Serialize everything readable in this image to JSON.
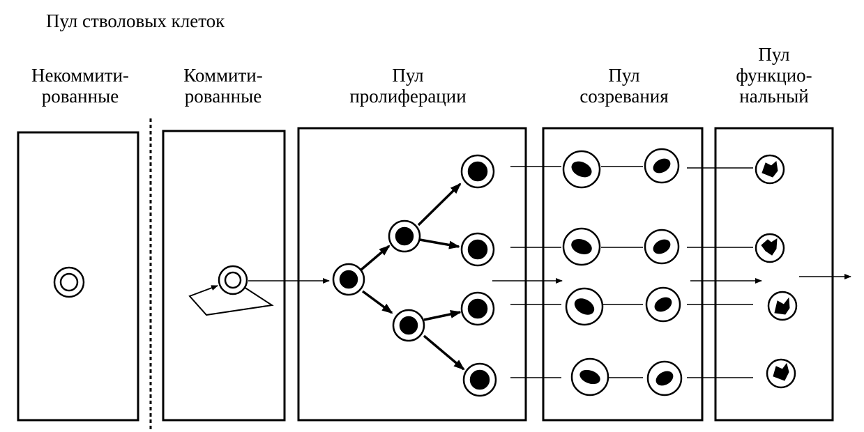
{
  "title": "Пул стволовых клеток",
  "pools": [
    {
      "line1": "Некоммити-",
      "line2": "рованные"
    },
    {
      "line1": "Коммити-",
      "line2": "рованные"
    },
    {
      "line1": "Пул",
      "line2": "пролиферации"
    },
    {
      "line1": "Пул",
      "line2": "созревания"
    },
    {
      "line1": "Пул",
      "line2": "функцио-",
      "line3": "нальный"
    }
  ],
  "colors": {
    "stroke": "#000000",
    "background": "#ffffff"
  }
}
